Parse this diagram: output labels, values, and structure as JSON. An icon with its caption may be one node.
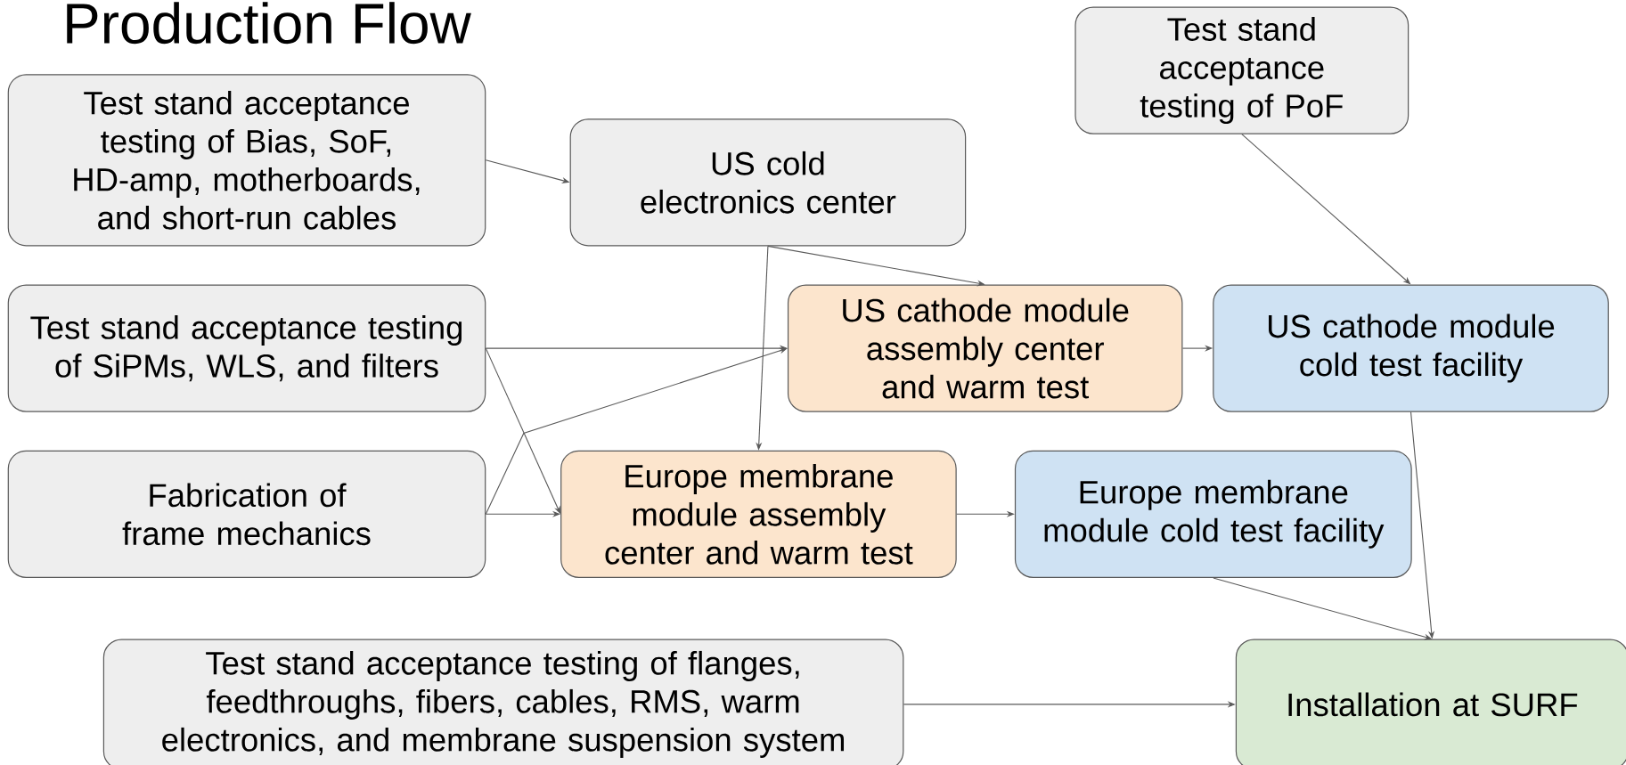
{
  "diagram": {
    "title": "Production Flow",
    "nodes": [
      {
        "text": [
          "Test stand acceptance testing of Bias, SoF, HD-amp, motherboards, and short-run cables"
        ]
      },
      {
        "text": [
          "US cold electronics center"
        ]
      },
      {
        "text": [
          "Test stand acceptance testing of PoF"
        ]
      },
      {
        "text": [
          "Test stand acceptance testing of SiPMs, WLS, and filters"
        ]
      },
      {
        "text": [
          "US cathode module assembly center and warm test"
        ]
      },
      {
        "text": [
          "US cathode module cold test facility"
        ]
      },
      {
        "text": [
          "Fabrication of frame mechanics"
        ]
      },
      {
        "text": [
          "Europe membrane module assembly center and warm test"
        ]
      },
      {
        "text": [
          "Europe membrane module cold test facility"
        ]
      },
      {
        "text": [
          "Test stand acceptance testing of flanges, feedthroughs, fibers, cables, RMS, warm electronics, and membrane suspension system"
        ]
      },
      {
        "text": [
          "Installation at SURF"
        ]
      }
    ],
    "edges": [
      {
        "from": 0,
        "to": 1,
        "arrow": "to"
      },
      {
        "from": 1,
        "to": 4,
        "arrow": "to"
      },
      {
        "from": 1,
        "to": 7,
        "arrow": "to"
      },
      {
        "from": 3,
        "to": 4,
        "arrow": "to"
      },
      {
        "from": 3,
        "to": 7,
        "arrow": "to"
      },
      {
        "from": 6,
        "to": 7,
        "arrow": "to"
      },
      {
        "from": 6,
        "to": 4,
        "arrow": "to"
      },
      {
        "from": 4,
        "to": 5,
        "arrow": "to"
      },
      {
        "from": 2,
        "to": 5,
        "arrow": "to"
      },
      {
        "from": 7,
        "to": 8,
        "arrow": "to"
      },
      {
        "from": 8,
        "to": 10,
        "arrow": "to"
      },
      {
        "from": 5,
        "to": 10,
        "arrow": "to"
      },
      {
        "from": 9,
        "to": 10,
        "arrow": "to"
      }
    ]
  }
}
